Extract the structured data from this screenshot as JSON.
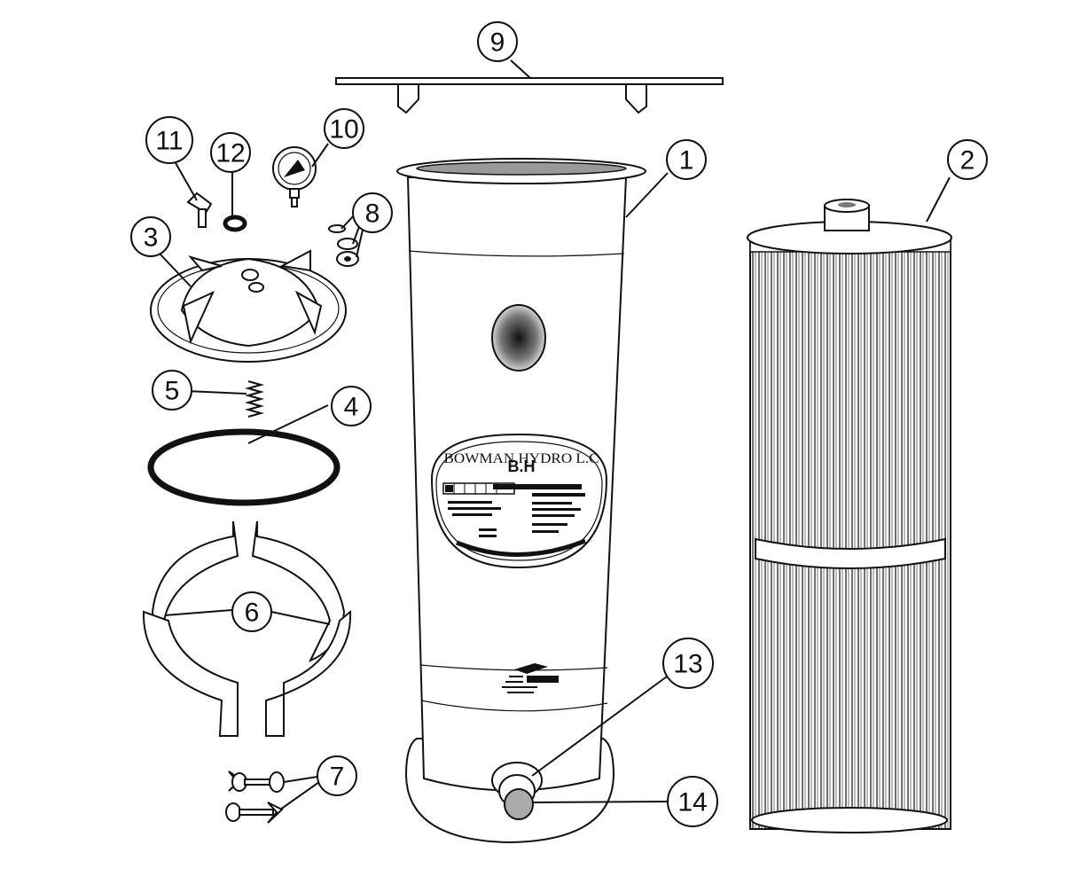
{
  "diagram": {
    "callouts": [
      {
        "id": "1",
        "label": "1"
      },
      {
        "id": "2",
        "label": "2"
      },
      {
        "id": "3",
        "label": "3"
      },
      {
        "id": "4",
        "label": "4"
      },
      {
        "id": "5",
        "label": "5"
      },
      {
        "id": "6",
        "label": "6"
      },
      {
        "id": "7",
        "label": "7"
      },
      {
        "id": "8",
        "label": "8"
      },
      {
        "id": "9",
        "label": "9"
      },
      {
        "id": "10",
        "label": "10"
      },
      {
        "id": "11",
        "label": "11"
      },
      {
        "id": "12",
        "label": "12"
      },
      {
        "id": "13",
        "label": "13"
      },
      {
        "id": "14",
        "label": "14"
      }
    ],
    "housing_label": {
      "brand": "BOWMAN HYDRO L.C",
      "logo": "B.H"
    }
  }
}
